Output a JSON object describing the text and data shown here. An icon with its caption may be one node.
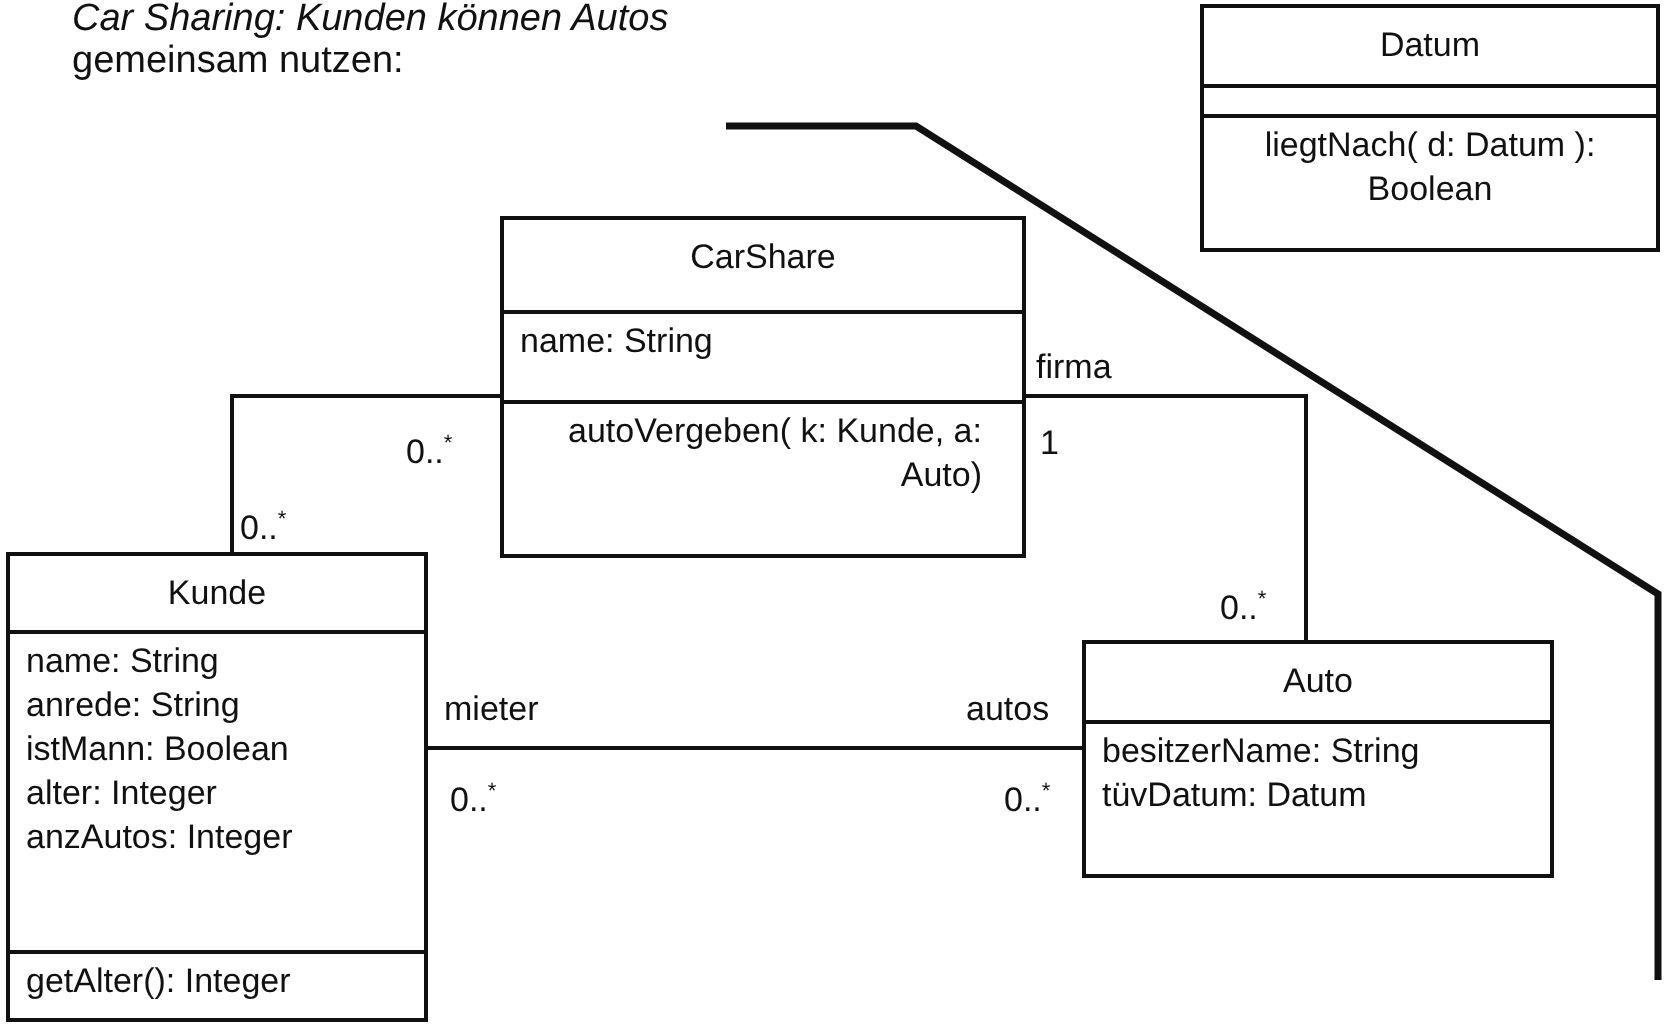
{
  "diagram": {
    "title": "*Car Sharing: Kunden können Autos* gemeinsam nutzen:",
    "nodes": [
      {
        "text": [
          "Datum",
          "liegtNach( d: Datum ): Boolean"
        ]
      },
      {
        "text": [
          "CarShare",
          "name: String",
          "autoVergeben( k: Kunde, a: Auto)"
        ]
      },
      {
        "text": [
          "Kunde",
          "name: String",
          "anrede: String",
          "istMann: Boolean",
          "alter: Integer",
          "anzAutos: Integer",
          "getAlter(): Integer"
        ]
      },
      {
        "text": [
          "Auto",
          "besitzerName: String",
          "tüvDatum: Datum"
        ]
      }
    ],
    "edges": [
      {
        "from": 1,
        "to": 2,
        "arrow": "none"
      },
      {
        "from": 1,
        "to": 3,
        "arrow": "none"
      },
      {
        "from": 2,
        "to": 3,
        "arrow": "none"
      }
    ],
    "labels": [
      "0..$^{*}$",
      "0..$^{*}$",
      "firma",
      "1",
      "0..$^{*}$",
      "mieter",
      "autos",
      "0..$^{*}$",
      "0..$^{*}$"
    ]
  }
}
